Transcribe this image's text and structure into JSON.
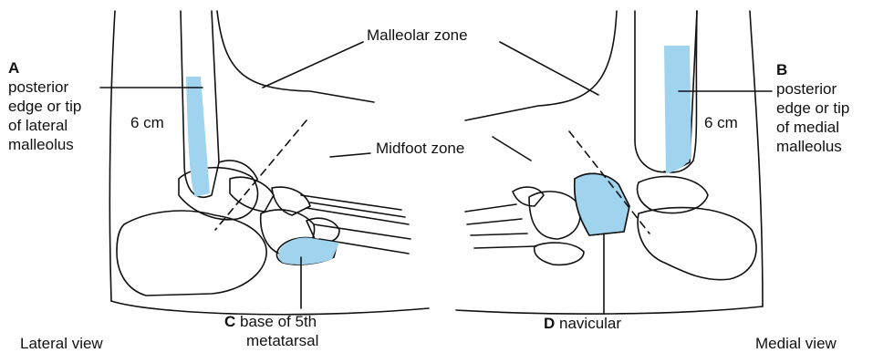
{
  "zones": {
    "malleolar": "Malleolar zone",
    "midfoot": "Midfoot zone"
  },
  "left_labels": {
    "a_letter": "A",
    "a_line1": "posterior",
    "a_line2": "edge or tip",
    "a_line3": "of lateral",
    "a_line4": "malleolus",
    "distance": "6 cm",
    "c_letter": "C",
    "c_line1": "base of 5th",
    "c_line2": "metatarsal",
    "view": "Lateral view"
  },
  "right_labels": {
    "b_letter": "B",
    "b_line1": "posterior",
    "b_line2": "edge or tip",
    "b_line3": "of medial",
    "b_line4": "malleolus",
    "distance": "6 cm",
    "d_letter": "D",
    "d_text": "navicular",
    "view": "Medial view"
  },
  "colors": {
    "highlight": "#9fd3ee",
    "outline": "#111111"
  }
}
